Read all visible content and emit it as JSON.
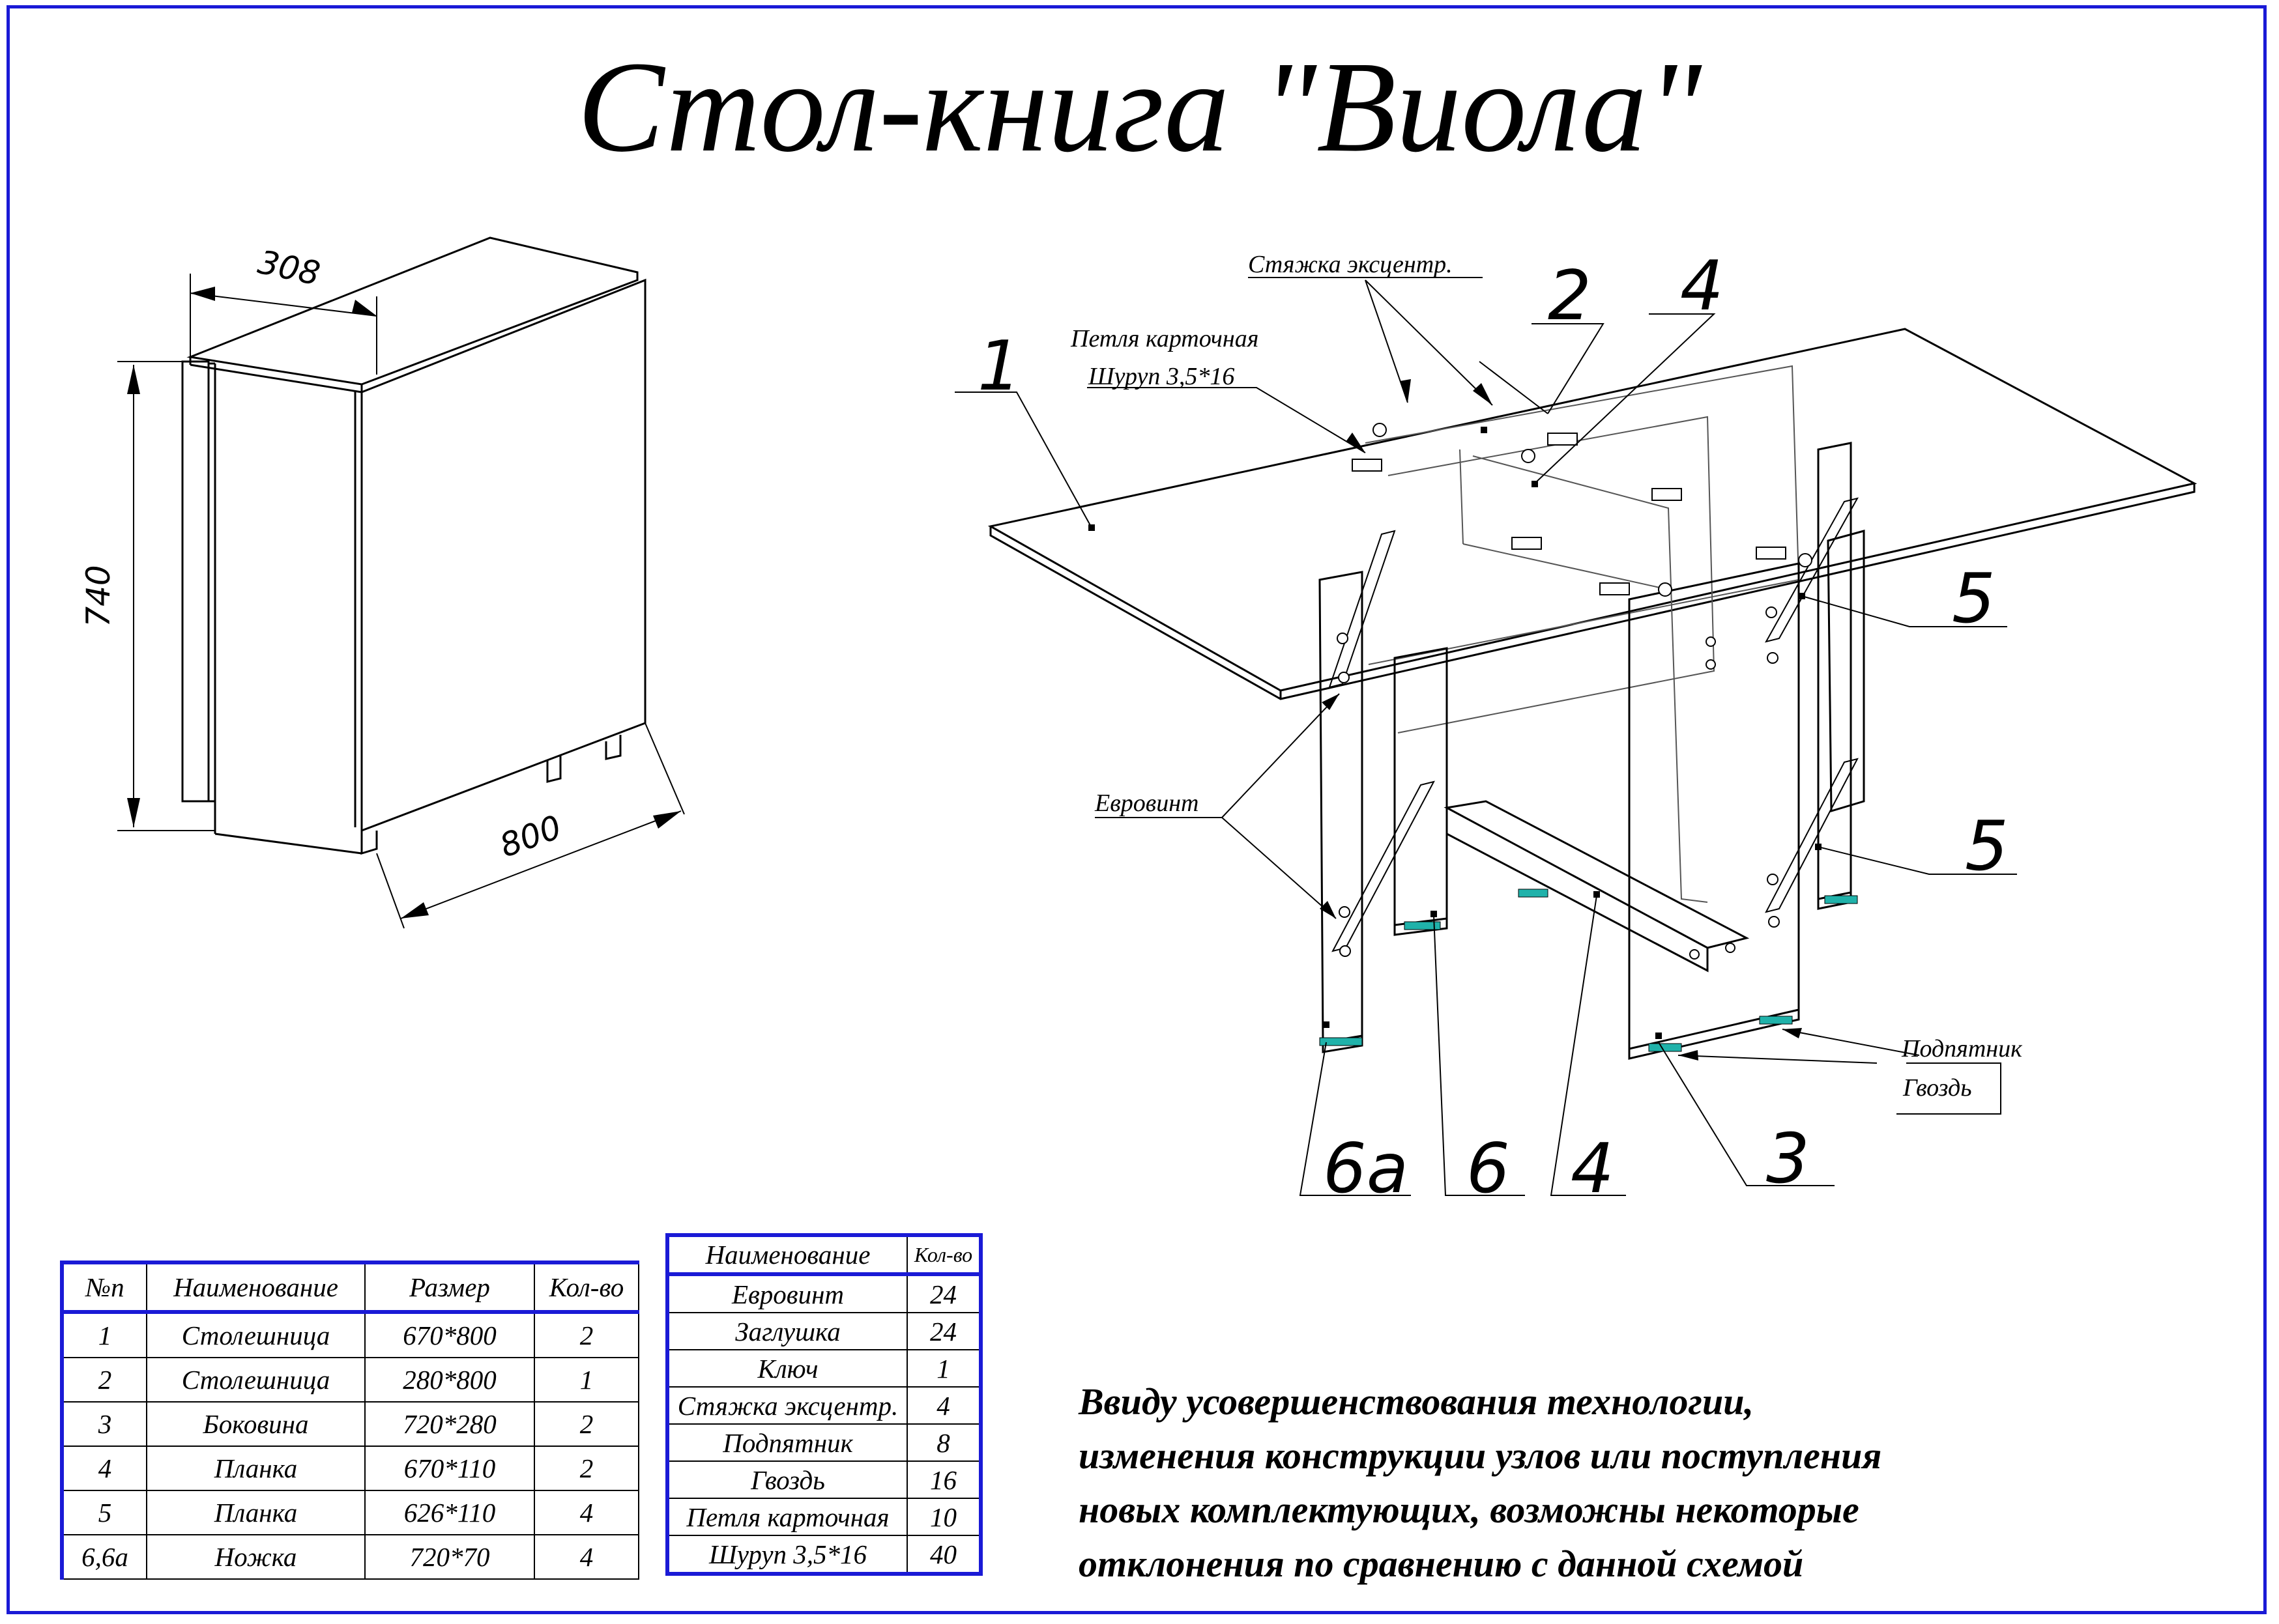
{
  "title": "Стол-книга \"Виола\"",
  "folded_view": {
    "dim_width": "308",
    "dim_height": "740",
    "dim_length": "800"
  },
  "callouts": {
    "p1": "1",
    "p2": "2",
    "p4_top": "4",
    "p5_upper": "5",
    "p5_lower": "5",
    "p6a": "6а",
    "p6": "6",
    "p4_bottom": "4",
    "p3": "3"
  },
  "annotations": {
    "eccentric_tie": "Стяжка эксцентр.",
    "card_hinge": "Петля карточная",
    "screw": "Шуруп 3,5*16",
    "eurosrew": "Евровинт",
    "foot_pad": "Подпятник",
    "nail": "Гвоздь"
  },
  "parts_table": {
    "headers": [
      "№п",
      "Наименование",
      "Размер",
      "Кол-во"
    ],
    "rows": [
      [
        "1",
        "Столешница",
        "670*800",
        "2"
      ],
      [
        "2",
        "Столешница",
        "280*800",
        "1"
      ],
      [
        "3",
        "Боковина",
        "720*280",
        "2"
      ],
      [
        "4",
        "Планка",
        "670*110",
        "2"
      ],
      [
        "5",
        "Планка",
        "626*110",
        "4"
      ],
      [
        "6,6а",
        "Ножка",
        "720*70",
        "4"
      ]
    ]
  },
  "hardware_table": {
    "headers": [
      "Наименование",
      "Кол-во"
    ],
    "rows": [
      [
        "Евровинт",
        "24"
      ],
      [
        "Заглушка",
        "24"
      ],
      [
        "Ключ",
        "1"
      ],
      [
        "Стяжка эксцентр.",
        "4"
      ],
      [
        "Подпятник",
        "8"
      ],
      [
        "Гвоздь",
        "16"
      ],
      [
        "Петля карточная",
        "10"
      ],
      [
        "Шуруп 3,5*16",
        "40"
      ]
    ]
  },
  "note_lines": [
    "Ввиду  усовершенствования технологии,",
    "изменения конструкции узлов или поступления",
    "новых комплектующих, возможны некоторые",
    "отклонения по сравнению с данной схемой"
  ],
  "colors": {
    "frame": "#1a1ad6",
    "foot_pad": "#20b2aa"
  }
}
